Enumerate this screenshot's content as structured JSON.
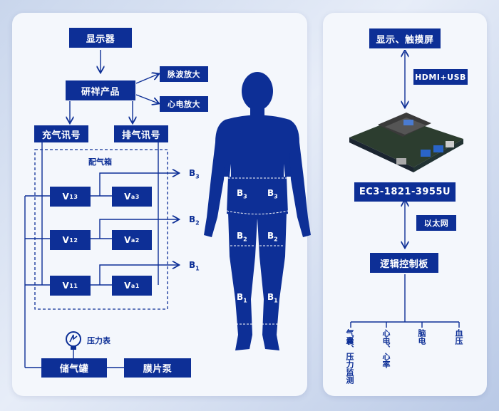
{
  "left": {
    "display": "显示器",
    "product": "研祥产品",
    "pulse_amp": "脉波放大",
    "ecg_amp": "心电放大",
    "inflate_signal": "充气讯号",
    "exhaust_signal": "排气讯号",
    "gas_box": "配气箱",
    "valves": [
      {
        "main": "V",
        "sub": "13"
      },
      {
        "main": "V",
        "sub": "a3"
      },
      {
        "main": "V",
        "sub": "12"
      },
      {
        "main": "V",
        "sub": "a2"
      },
      {
        "main": "V",
        "sub": "11"
      },
      {
        "main": "V",
        "sub": "a1"
      }
    ],
    "outputs": [
      {
        "main": "B",
        "sub": "3"
      },
      {
        "main": "B",
        "sub": "2"
      },
      {
        "main": "B",
        "sub": "1"
      }
    ],
    "pressure_gauge": "压力表",
    "gas_tank": "储气罐",
    "membrane_pump": "膜片泵"
  },
  "body_labels": [
    {
      "main": "B",
      "sub": "3"
    },
    {
      "main": "B",
      "sub": "3"
    },
    {
      "main": "B",
      "sub": "2"
    },
    {
      "main": "B",
      "sub": "2"
    },
    {
      "main": "B",
      "sub": "1"
    },
    {
      "main": "B",
      "sub": "1"
    }
  ],
  "right": {
    "display_touch": "显示、触摸屏",
    "hdmi_usb": "HDMI+USB",
    "board_model": "EC3-1821-3955U",
    "ethernet": "以太网",
    "logic_board": "逻辑控制板",
    "bottom_items": [
      "气囊、压力监测",
      "心电、心率",
      "脑电",
      "血压"
    ]
  },
  "colors": {
    "primary": "#0d2f96",
    "panel": "#f4f7fc"
  }
}
